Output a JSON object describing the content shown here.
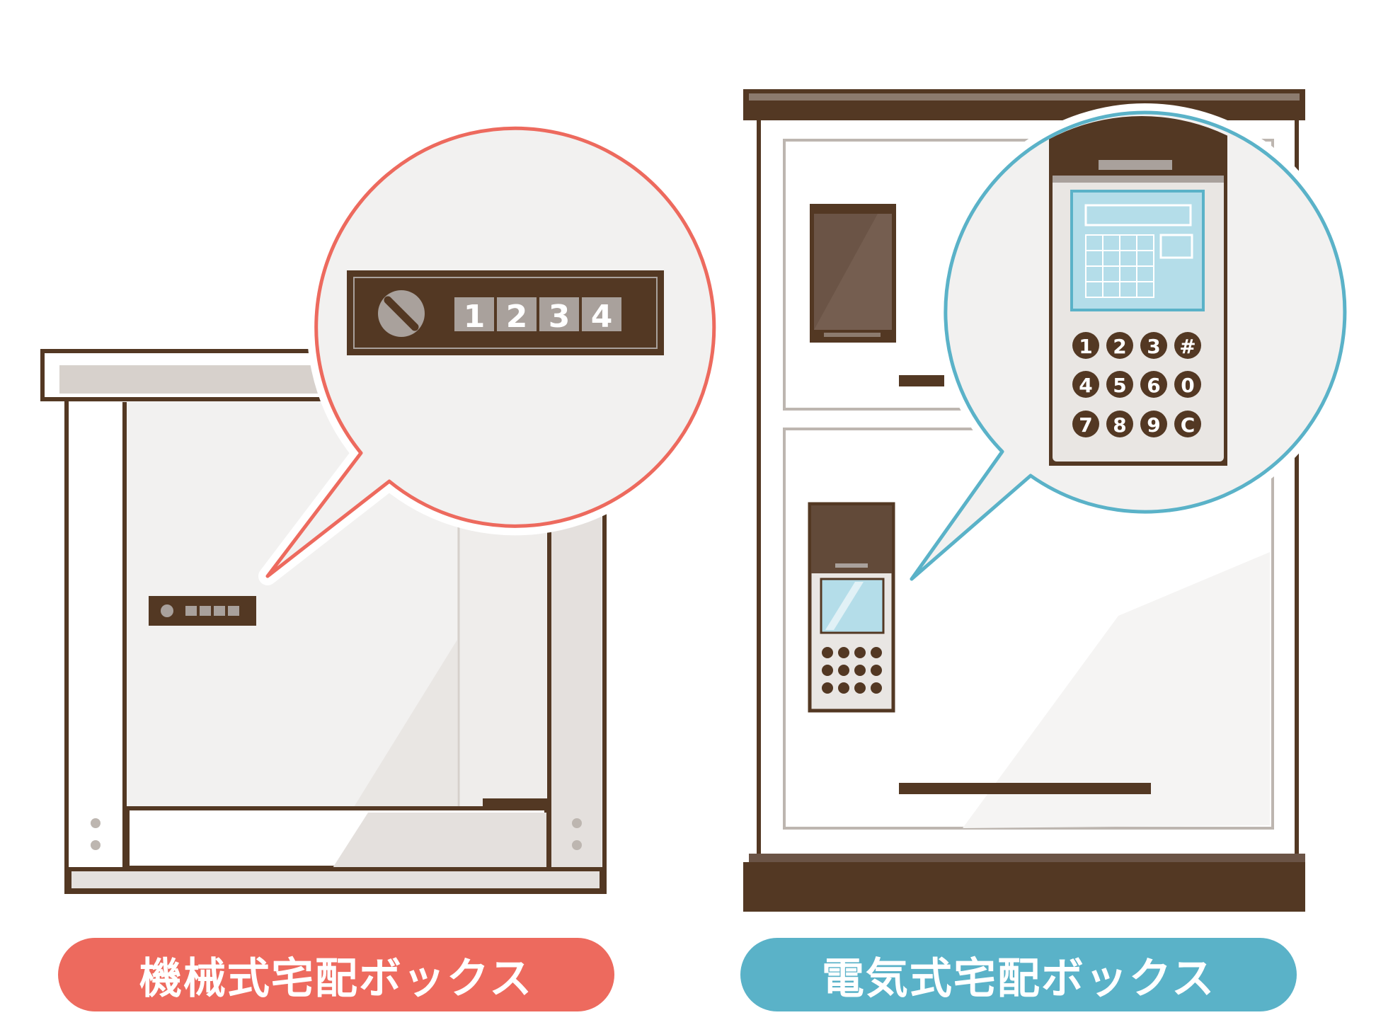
{
  "labels": {
    "mechanical": "機械式宅配ボックス",
    "electric": "電気式宅配ボックス"
  },
  "dial_lock": {
    "digits": [
      "1",
      "2",
      "3",
      "4"
    ]
  },
  "keypad": {
    "keys": [
      "1",
      "2",
      "3",
      "#",
      "4",
      "5",
      "6",
      "0",
      "7",
      "8",
      "9",
      "C"
    ]
  },
  "colors": {
    "brown": "#533823",
    "coral": "#ed6a5e",
    "teal": "#5ab2c8",
    "screen_blue": "#b4dde9",
    "panel_light": "#f2f1f0",
    "panel_gray": "#e4e0dd",
    "digit_gray": "#a9a19c"
  },
  "icons": {
    "dial": "dial-knob-icon",
    "keypad": "keypad-icon"
  }
}
